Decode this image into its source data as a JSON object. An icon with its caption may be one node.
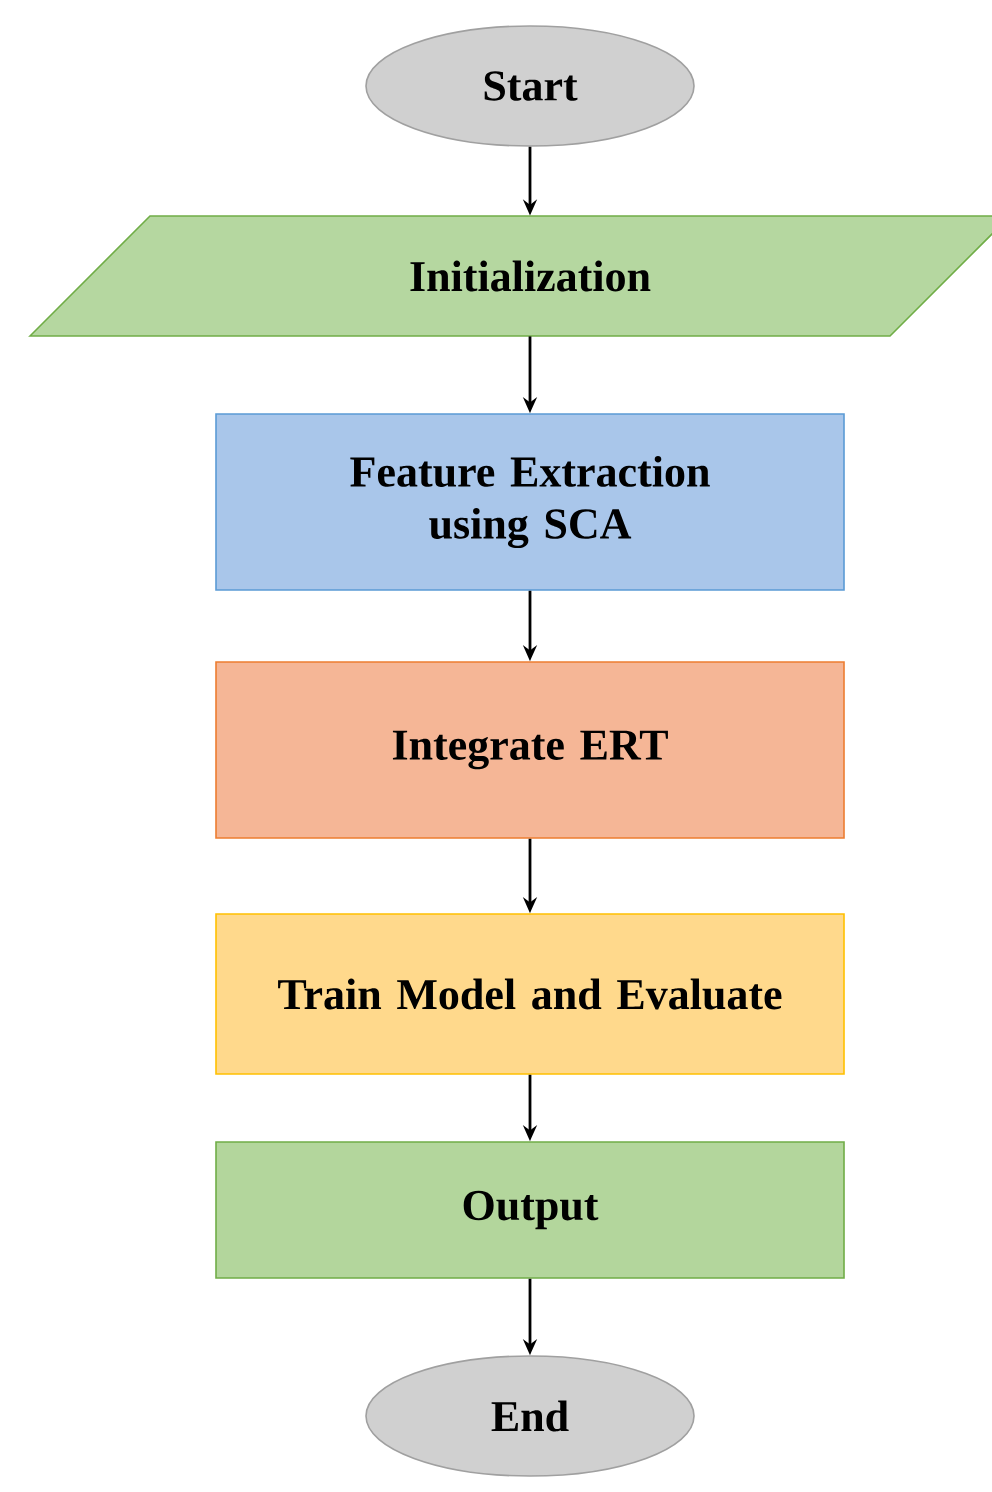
{
  "diagram": {
    "nodes": [
      {
        "text": [
          "Start"
        ]
      },
      {
        "text": [
          "Initialization"
        ]
      },
      {
        "text": [
          "Feature Extraction using SCA"
        ]
      },
      {
        "text": [
          "Integrate ERT"
        ]
      },
      {
        "text": [
          "Train Model and Evaluate"
        ]
      },
      {
        "text": [
          "Output"
        ]
      },
      {
        "text": [
          "End"
        ]
      }
    ],
    "edges": [
      {
        "from": 0,
        "to": 1,
        "arrow": "to"
      },
      {
        "from": 1,
        "to": 2,
        "arrow": "to"
      },
      {
        "from": 2,
        "to": 3,
        "arrow": "to"
      },
      {
        "from": 3,
        "to": 4,
        "arrow": "to"
      },
      {
        "from": 4,
        "to": 5,
        "arrow": "to"
      },
      {
        "from": 5,
        "to": 6,
        "arrow": "to"
      }
    ]
  }
}
